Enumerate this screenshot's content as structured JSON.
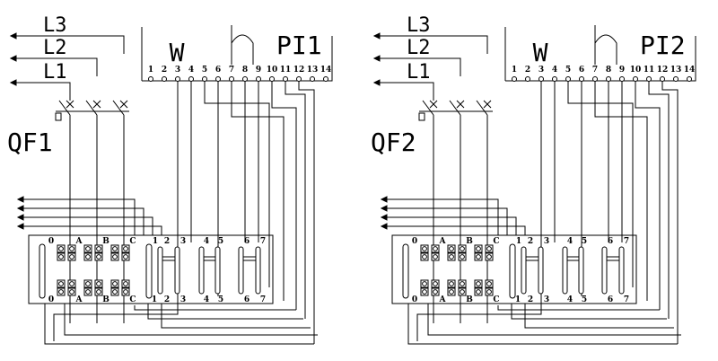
{
  "panels": [
    {
      "lines": [
        "L3",
        "L2",
        "L1"
      ],
      "breaker": "QF1",
      "meter": {
        "symbol_w": "W",
        "symbol_h": "h",
        "name": "PI1"
      },
      "terminals": [
        "1",
        "2",
        "3",
        "4",
        "5",
        "6",
        "7",
        "8",
        "9",
        "10",
        "11",
        "12",
        "13",
        "14"
      ],
      "switch_top": [
        "0",
        "A",
        "B",
        "C",
        "1",
        "2",
        "3",
        "4",
        "5",
        "6",
        "7"
      ],
      "switch_bottom": [
        "0",
        "A",
        "B",
        "C",
        "1",
        "2",
        "3",
        "4",
        "5",
        "6",
        "7"
      ]
    },
    {
      "lines": [
        "L3",
        "L2",
        "L1"
      ],
      "breaker": "QF2",
      "meter": {
        "symbol_w": "W",
        "symbol_h": "h",
        "name": "PI2"
      },
      "terminals": [
        "1",
        "2",
        "3",
        "4",
        "5",
        "6",
        "7",
        "8",
        "9",
        "10",
        "11",
        "12",
        "13",
        "14"
      ],
      "switch_top": [
        "0",
        "A",
        "B",
        "C",
        "1",
        "2",
        "3",
        "4",
        "5",
        "6",
        "7"
      ],
      "switch_bottom": [
        "0",
        "A",
        "B",
        "C",
        "1",
        "2",
        "3",
        "4",
        "5",
        "6",
        "7"
      ]
    }
  ],
  "colors": {
    "ink": "#000000",
    "paper": "#ffffff"
  }
}
